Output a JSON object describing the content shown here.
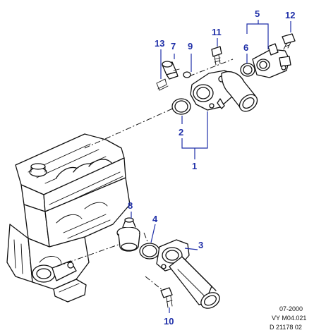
{
  "callouts": {
    "c1": "1",
    "c2": "2",
    "c3": "3",
    "c4": "4",
    "c5": "5",
    "c6": "6",
    "c7": "7",
    "c8": "8",
    "c9": "9",
    "c10": "10",
    "c11": "11",
    "c12": "12",
    "c13": "13"
  },
  "reference": {
    "date": "07-2000",
    "code": "VY M04.021",
    "drawing": "D 21178 02"
  },
  "colors": {
    "callout": "#1f2fa8",
    "line": "#111111"
  }
}
